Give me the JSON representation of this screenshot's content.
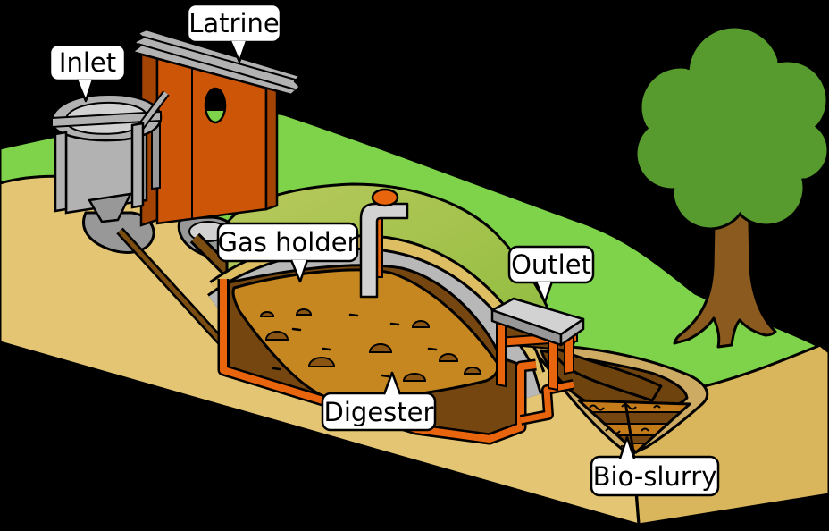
{
  "labels": {
    "inlet": "Inlet",
    "latrine": "Latrine",
    "gas_holder": "Gas holder",
    "outlet": "Outlet",
    "digester": "Digester",
    "bio_slurry": "Bio-slurry"
  },
  "palette": {
    "background": "#000000",
    "grass": "#7ed34a",
    "tree_canopy": "#579a2e",
    "tree_trunk": "#8b5a1e",
    "soil_face": "#e3c573",
    "soil_face_right": "#d9b55c",
    "pit_bank": "#cdab63",
    "mound_light": "#b8c95c",
    "mound_dark": "#8fbc3e",
    "dome_shell_gray": "#b8b8b8",
    "dome_soil_band": "#ddbe62",
    "slurry_surface": "#c68620",
    "slurry_lump": "#8a5413",
    "tank_interior": "#75460f",
    "tank_lining_orange": "#e8650d",
    "latrine_orange": "#cc5507",
    "latrine_orange_dark": "#a34405",
    "structure_gray": "#b2b2b2",
    "structure_gray_light": "#d2d2d2",
    "structure_gray_dark": "#989898",
    "pipe_brown": "#7c4d11",
    "bio_slurry_layer_orange": "#c47c1a",
    "bio_slurry_dark": "#6f430e",
    "label_bg": "#ffffff",
    "label_text": "#000000",
    "outline": "#000000"
  }
}
